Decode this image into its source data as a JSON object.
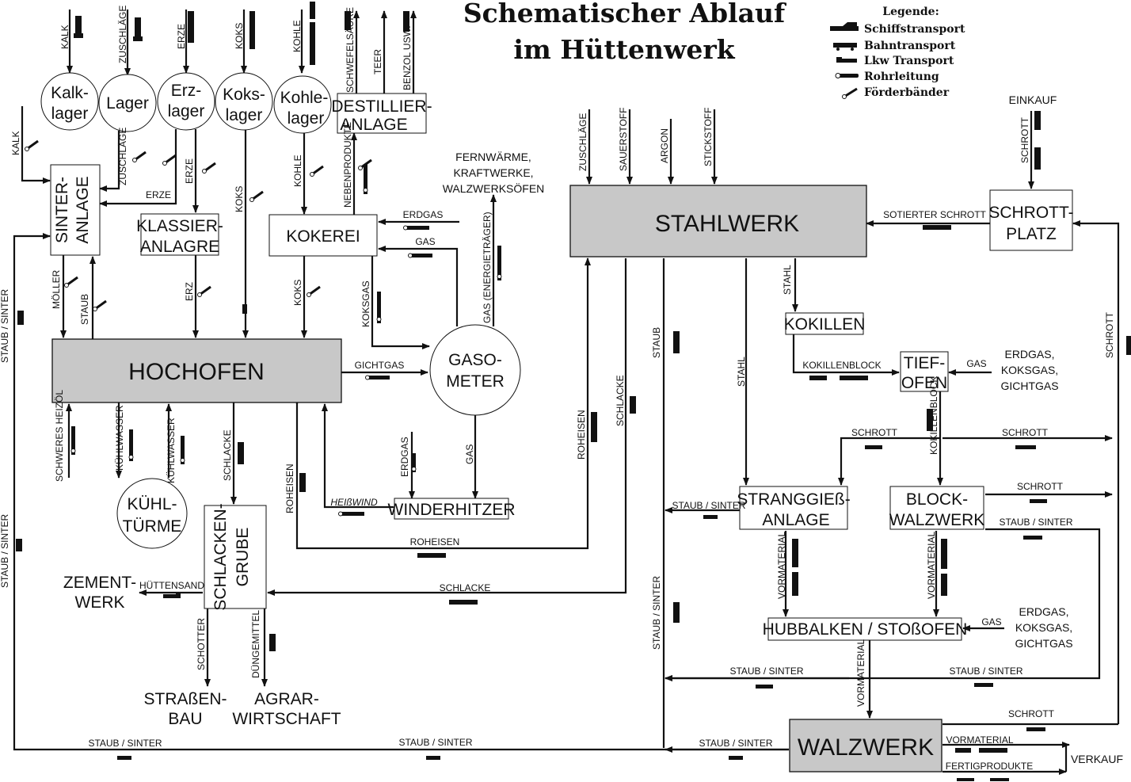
{
  "title": {
    "line1": "Schematischer Ablauf",
    "line2": "im Hüttenwerk"
  },
  "legend": {
    "title": "Legende:",
    "items": [
      "Schiffstransport",
      "Bahntransport",
      "Lkw Transport",
      "Rohrleitung",
      "Förderbänder"
    ]
  },
  "nodes": {
    "kalklager": [
      "Kalk-",
      "lager"
    ],
    "lager": [
      "Lager"
    ],
    "erzlager": [
      "Erz-",
      "lager"
    ],
    "kokslager": [
      "Koks-",
      "lager"
    ],
    "kohlelager": [
      "Kohle-",
      "lager"
    ],
    "destillieranlage": [
      "DESTILLIER-",
      "ANLAGE"
    ],
    "sinteranlage": [
      "SINTER-",
      "ANLAGE"
    ],
    "klassieranlage": [
      "KLASSIER-",
      "ANLAGRE"
    ],
    "kokerei": [
      "KOKEREI"
    ],
    "hochofen": [
      "HOCHOFEN"
    ],
    "gasometer": [
      "GASO-",
      "METER"
    ],
    "winderhitzer": [
      "WINDERHITZER"
    ],
    "kuehltuerme": [
      "KÜHL-",
      "TÜRME"
    ],
    "schlackengrube": [
      "SCHLACKEN-",
      "GRUBE"
    ],
    "zementwerk": [
      "ZEMENT-",
      "WERK"
    ],
    "strassenbau": [
      "STRAßEN-",
      "BAU"
    ],
    "agrarwirtschaft": [
      "AGRAR-",
      "WIRTSCHAFT"
    ],
    "stahlwerk": [
      "STAHLWERK"
    ],
    "schrottplatz": [
      "SCHROTT-",
      "PLATZ"
    ],
    "kokillen": [
      "KOKILLEN"
    ],
    "tiefofen": [
      "TIEF-",
      "OFEN"
    ],
    "stranggiessanlage": [
      "STRANGGIEß-",
      "ANLAGE"
    ],
    "blockwalzwerk": [
      "BLOCK-",
      "WALZWERK"
    ],
    "hubbalkenofen": [
      "HUBBALKEN / STOßOFEN"
    ],
    "walzwerk": [
      "WALZWERK"
    ],
    "verkauf": [
      "VERKAUF"
    ],
    "einkauf": [
      "EINKAUF"
    ],
    "fernwaerme": [
      "FERNWÄRME,",
      "KRAFTWERKE,",
      "WALZWERKSÖFEN"
    ],
    "gase_tiefofen": [
      "ERDGAS,",
      "KOKSGAS,",
      "GICHTGAS"
    ],
    "gase_hubbalken": [
      "ERDGAS,",
      "KOKSGAS,",
      "GICHTGAS"
    ]
  },
  "flow_labels": {
    "kalk_in": "KALK",
    "zuschlaege_in": "ZUSCHLÄGE",
    "erze_in": "ERZE",
    "koks_in": "KOKS",
    "kohle_in": "KOHLE",
    "schwefelsaeure": "SCHWEFELSÄURE",
    "teer": "TEER",
    "benzol": "BENZOL USW.",
    "kalk_sinter": "KALK",
    "zuschlaege_sinter": "ZUSCHLÄGE",
    "erze_horiz": "ERZE",
    "erze_klassier": "ERZE",
    "koks_down": "KOKS",
    "kohle_kokerei": "KOHLE",
    "nebenprodukte": "NEBENPRODUKTE",
    "erdgas_kokerei": "ERDGAS",
    "gas_kokerei": "GAS",
    "gas_energie": "GAS (ENERGIETRÄGER)",
    "moeller": "MÖLLER",
    "staub_sinter_up": "STAUB",
    "erz_hochofen": "ERZ",
    "koks_kokerei": "KOKS",
    "koksgas": "KOKSGAS",
    "gichtgas": "GICHTGAS",
    "schweres_heizoel": "SCHWERES HEIZÖL",
    "kuehlwasser_1": "KÜHLWASSER",
    "kuehlwasser_2": "KÜHLWASSER",
    "schlacke_grube": "SCHLACKE",
    "roheisen_v": "ROHEISEN",
    "heisswind": "HEIßWIND",
    "erdgas_wind": "ERDGAS",
    "gas_wind": "GAS",
    "roheisen_h": "ROHEISEN",
    "huettensand": "HÜTTENSAND",
    "schlacke_h": "SCHLACKE",
    "schotter": "SCHOTTER",
    "duengemittel": "DÜNGEMITTEL",
    "staub_sinter_left1": "STAUB / SINTER",
    "staub_sinter_left2": "STAUB / SINTER",
    "staub_sinter_bottom1": "STAUB / SINTER",
    "staub_sinter_bottom2": "STAUB / SINTER",
    "zuschlaege_stahl": "ZUSCHLÄGE",
    "sauerstoff": "SAUERSTOFF",
    "argon": "ARGON",
    "stickstoff": "STICKSTOFF",
    "sotierter_schrott": "SOTIERTER SCHROTT",
    "schrott_einkauf": "SCHROTT",
    "schrott_right": "SCHROTT",
    "stahl_kokillen": "STAHL",
    "kokillenblock_h": "KOKILLENBLOCK",
    "gas_tiefofen": "GAS",
    "kokillenblock_v": "KOKILLENBLOCK",
    "schrott_tief_l": "SCHROTT",
    "schrott_tief_r": "SCHROTT",
    "schrott_block": "SCHROTT",
    "staub_sinter_block": "STAUB / SINTER",
    "staub": "STAUB",
    "schlacke_v": "SCHLACKE",
    "roheisen_stahl": "ROHEISEN",
    "stahl_strang": "STAHL",
    "staub_sinter_strang": "STAUB / SINTER",
    "vormaterial_strang": "VORMATERIAL",
    "vormaterial_block": "VORMATERIAL",
    "gas_hubbalken": "GAS",
    "vormaterial_walz": "VORMATERIAL",
    "staub_sinter_hub": "STAUB / SINTER",
    "staub_sinter_right": "STAUB / SINTER",
    "staub_sinter_vert": "STAUB / SINTER",
    "staub_sinter_walz": "STAUB / SINTER",
    "schrott_walz": "SCHROTT",
    "vormaterial_out": "VORMATERIAL",
    "fertigprodukte": "FERTIGPRODUKTE"
  }
}
